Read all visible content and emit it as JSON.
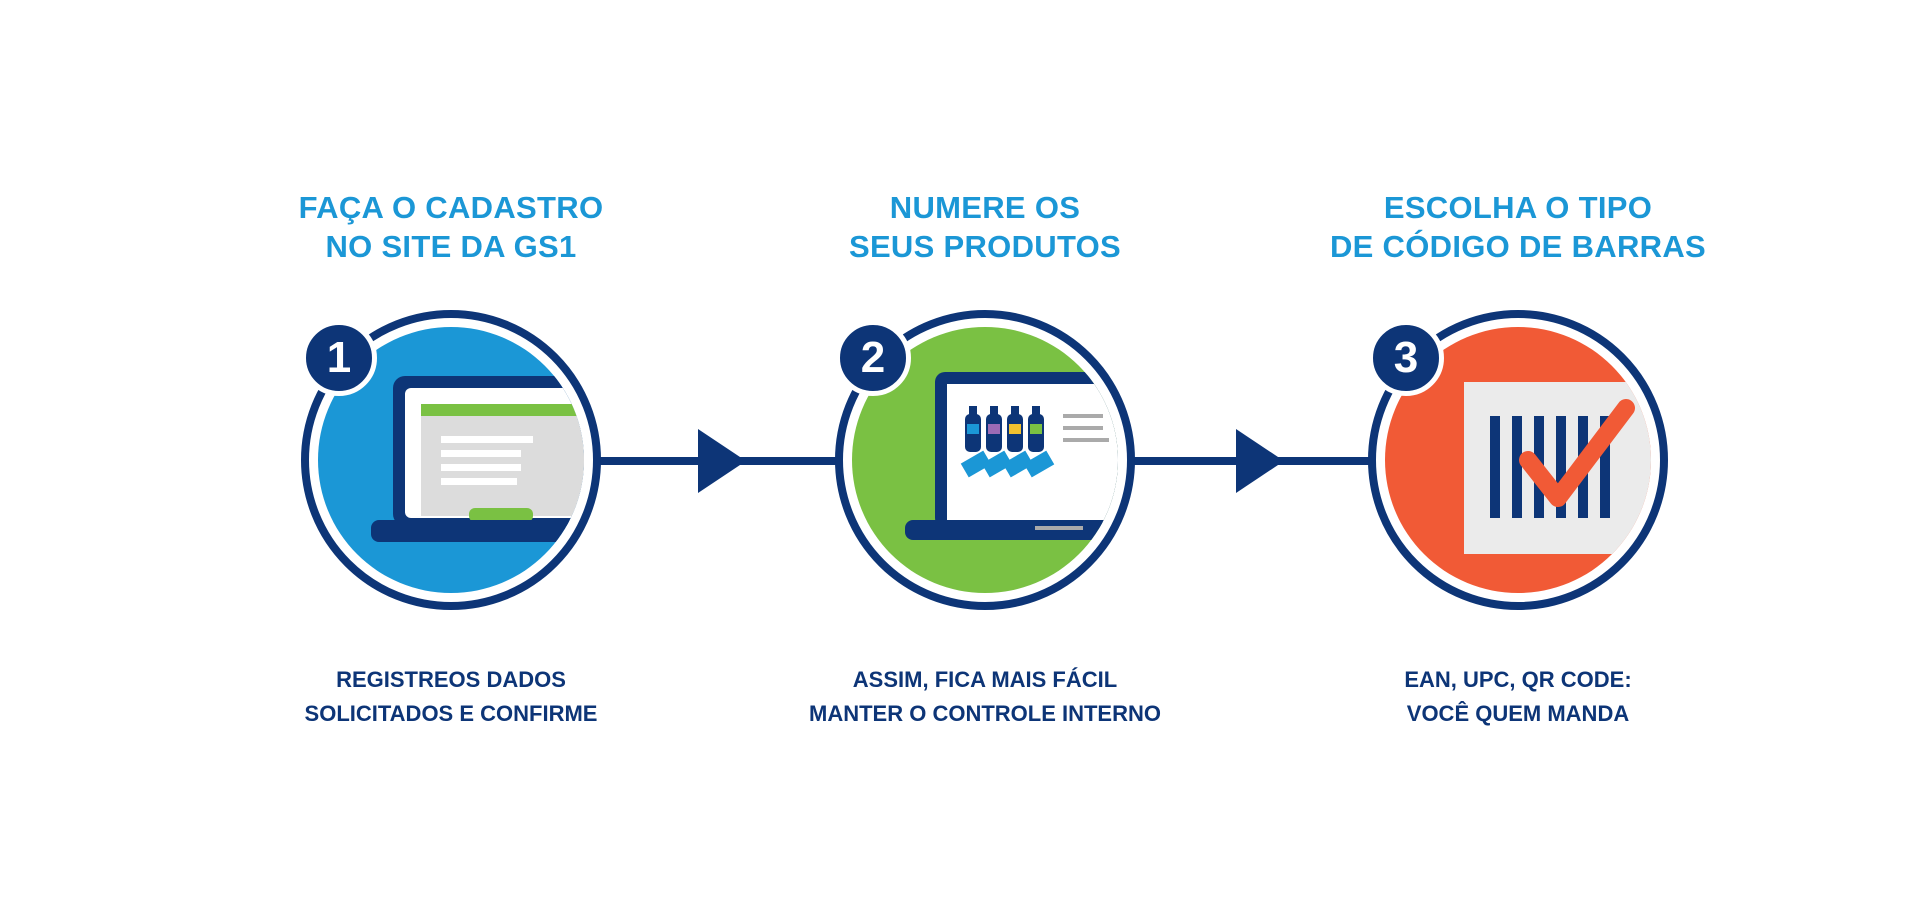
{
  "colors": {
    "navy": "#0d3577",
    "title_blue": "#1b97d6",
    "step1_fill": "#1b97d6",
    "step2_fill": "#7ac143",
    "step3_fill": "#f15a36",
    "accent_green": "#7ac143",
    "screen_gray": "#dcdcdc"
  },
  "steps": [
    {
      "number": "1",
      "title_lines": [
        "FAÇA O CADASTRO",
        "NO SITE DA GS1"
      ],
      "icon": "laptop-form-icon",
      "description_lines": [
        "REGISTREOS DADOS",
        "SOLICITADOS E CONFIRME"
      ]
    },
    {
      "number": "2",
      "title_lines": [
        "NUMERE OS",
        "SEUS PRODUTOS"
      ],
      "icon": "laptop-products-icon",
      "description_lines": [
        "ASSIM, FICA MAIS FÁCIL",
        "MANTER O CONTROLE INTERNO"
      ]
    },
    {
      "number": "3",
      "title_lines": [
        "ESCOLHA O TIPO",
        "DE CÓDIGO DE BARRAS"
      ],
      "icon": "barcode-check-icon",
      "description_lines": [
        "EAN, UPC, QR CODE:",
        "VOCÊ QUEM MANDA"
      ]
    }
  ]
}
